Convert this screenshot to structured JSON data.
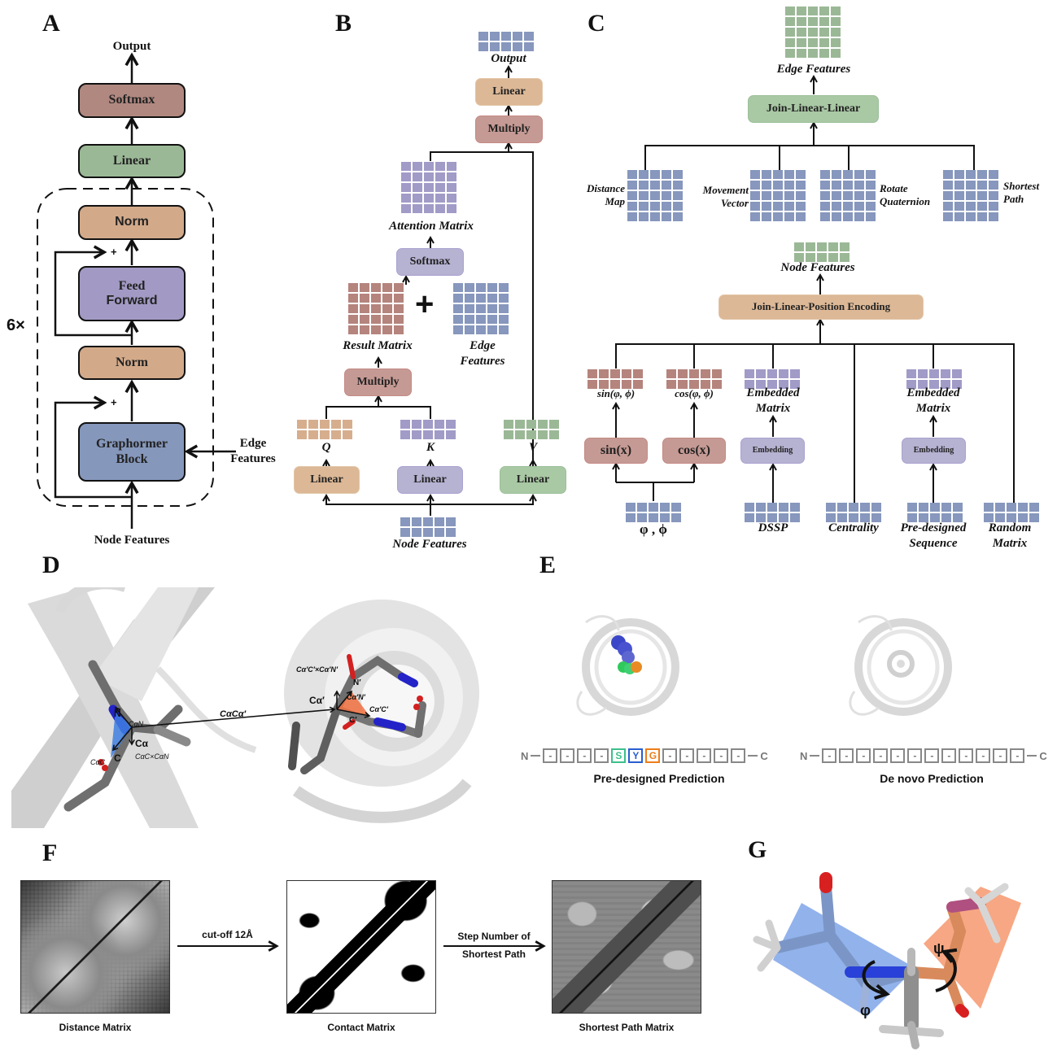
{
  "colors": {
    "softmax_a": "#b08880",
    "linear_a": "#9bb896",
    "norm": "#d2aa8a",
    "feedforward": "#a29ac4",
    "graphormer": "#8597bb",
    "orange_box": "#dcb896",
    "purple_box": "#b6b2d2",
    "green_box": "#a9c8a4",
    "red_box": "#c69a94",
    "grid_blue": "#8797bd",
    "grid_purple": "#a19bc8",
    "grid_red": "#b5847d",
    "grid_green": "#9bb896",
    "grid_orange": "#d6ae8e",
    "seq_S": "#3dbf8a",
    "seq_Y": "#2a5fd0",
    "seq_G": "#ee7d1a"
  },
  "panels": {
    "A": {
      "letter": "A",
      "output": "Output",
      "softmax": "Softmax",
      "linear": "Linear",
      "norm_top": "Norm",
      "feed_forward_l1": "Feed",
      "feed_forward_l2": "Forward",
      "norm_bottom": "Norm",
      "graphormer_l1": "Graphormer",
      "graphormer_l2": "Block",
      "repeat": "6×",
      "plus_top": "+",
      "plus_bottom": "+",
      "edge_features_l1": "Edge",
      "edge_features_l2": "Features",
      "node_features": "Node Features"
    },
    "B": {
      "letter": "B",
      "output": "Output",
      "linear_top": "Linear",
      "multiply_top": "Multiply",
      "attention_matrix": "Attention Matrix",
      "softmax": "Softmax",
      "plus": "+",
      "result_matrix": "Result Matrix",
      "edge_features_l1": "Edge",
      "edge_features_l2": "Features",
      "multiply_mid": "Multiply",
      "q": "Q",
      "k": "K",
      "v": "V",
      "linear_q": "Linear",
      "linear_k": "Linear",
      "linear_v": "Linear",
      "node_features": "Node Features"
    },
    "C": {
      "letter": "C",
      "edge_features": "Edge Features",
      "join_linear_linear": "Join-Linear-Linear",
      "distance_map_l1": "Distance",
      "distance_map_l2": "Map",
      "movement_vector_l1": "Movement",
      "movement_vector_l2": "Vector",
      "rotate_quaternion_l1": "Rotate",
      "rotate_quaternion_l2": "Quaternion",
      "shortest_path_l1": "Shortest",
      "shortest_path_l2": "Path",
      "node_features": "Node Features",
      "join_linear_pos": "Join-Linear-Position Encoding",
      "sin_label": "sin(φ, ϕ)",
      "cos_label": "cos(φ, ϕ)",
      "embedded_matrix_1_l1": "Embedded",
      "embedded_matrix_1_l2": "Matrix",
      "embedded_matrix_2_l1": "Embedded",
      "embedded_matrix_2_l2": "Matrix",
      "sin_box": "sin(x)",
      "cos_box": "cos(x)",
      "embedding_1": "Embedding",
      "embedding_2": "Embedding",
      "phi_psi": "φ , ϕ",
      "dssp": "DSSP",
      "centrality": "Centrality",
      "predesigned_l1": "Pre-designed",
      "predesigned_l2": "Sequence",
      "random_l1": "Random",
      "random_l2": "Matrix"
    },
    "D": {
      "letter": "D",
      "labels": {
        "N": "N",
        "CaN": "CαN",
        "Ca": "Cα",
        "C": "C",
        "CaC": "CαC",
        "cross": "CαC×CαN",
        "CaCa": "CαCα′",
        "Ca_prime": "Cα′",
        "N_prime": "N′",
        "C_prime": "C′",
        "CaN_prime": "Cα′N′",
        "CaC_prime": "Cα′C′",
        "cross_prime": "Cα′C′×Cα′N′"
      }
    },
    "E": {
      "letter": "E",
      "predesigned": {
        "n_term": "N",
        "c_term": "C",
        "sequence": [
          "-",
          "-",
          "-",
          "-",
          "S",
          "Y",
          "G",
          "-",
          "-",
          "-",
          "-",
          "-"
        ],
        "caption": "Pre-designed Prediction"
      },
      "denovo": {
        "n_term": "N",
        "c_term": "C",
        "sequence": [
          "-",
          "-",
          "-",
          "-",
          "-",
          "-",
          "-",
          "-",
          "-",
          "-",
          "-",
          "-"
        ],
        "caption": "De novo Prediction"
      }
    },
    "F": {
      "letter": "F",
      "distance_matrix": "Distance Matrix",
      "cutoff": "cut-off 12Å",
      "contact_matrix": "Contact Matrix",
      "step_l1": "Step Number of",
      "step_l2": "Shortest Path",
      "shortest_path_matrix": "Shortest Path Matrix"
    },
    "G": {
      "letter": "G",
      "phi": "φ",
      "psi": "ψ"
    }
  }
}
